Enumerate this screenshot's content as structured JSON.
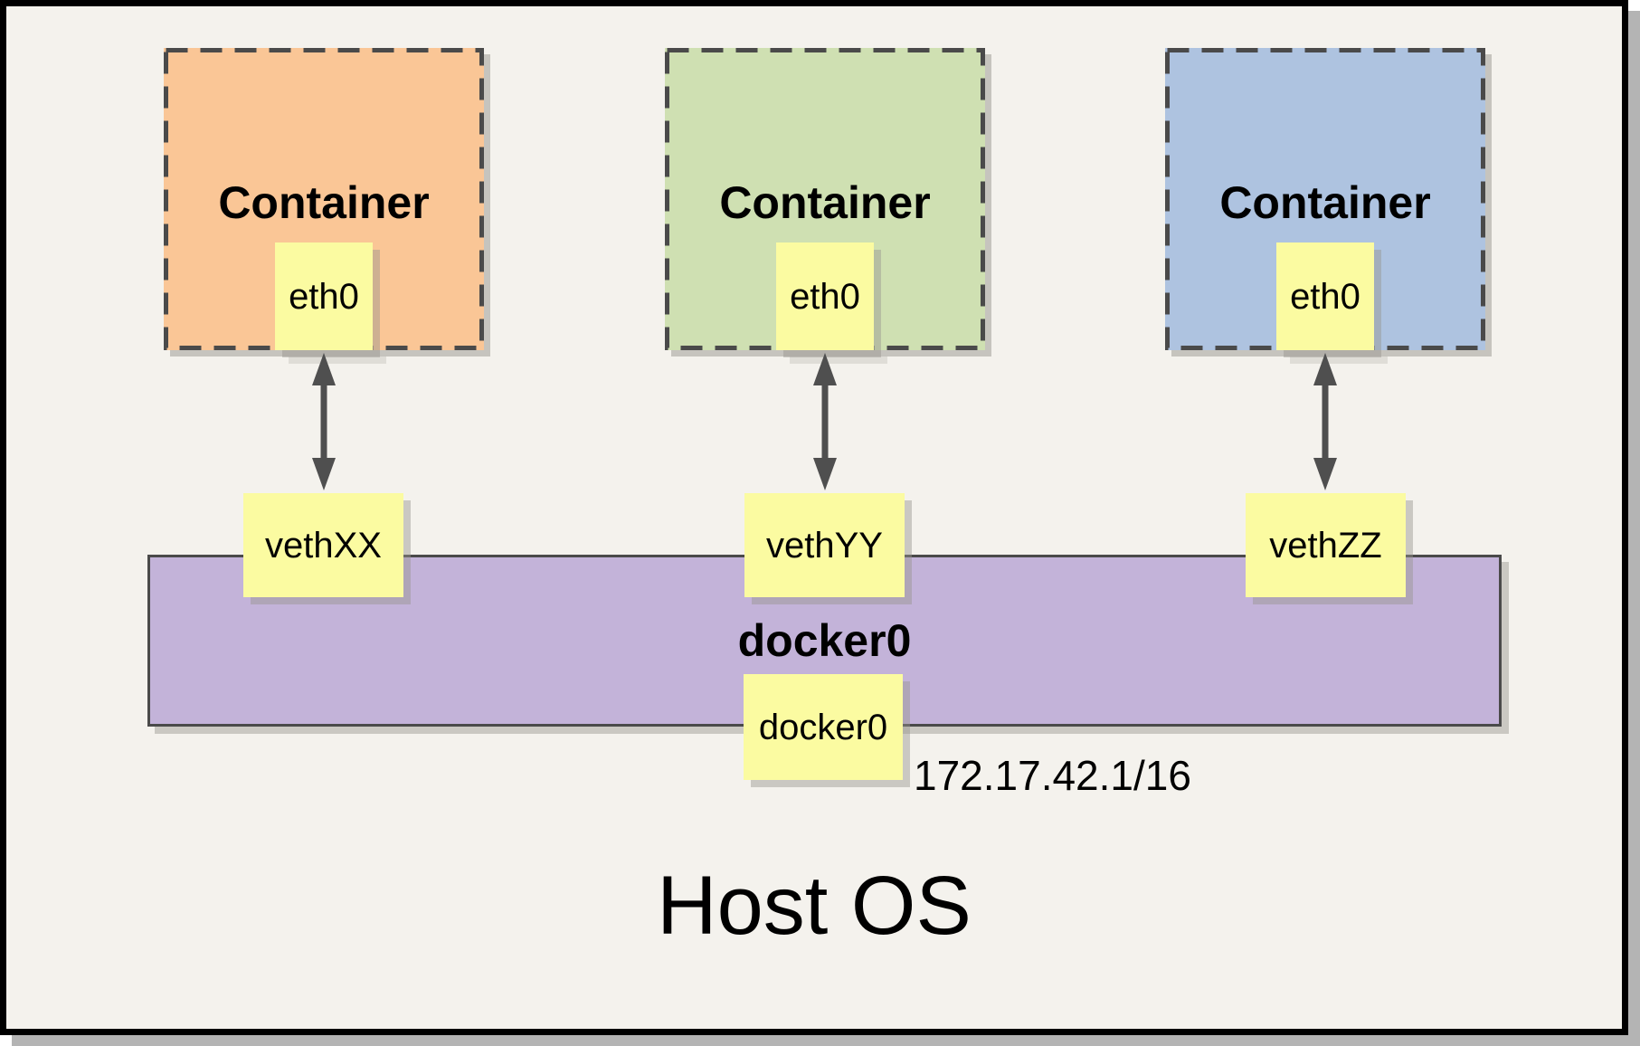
{
  "diagram": {
    "containers": [
      {
        "title": "Container",
        "eth_label": "eth0",
        "veth_label": "vethXX",
        "fill": "#FAC696"
      },
      {
        "title": "Container",
        "eth_label": "eth0",
        "veth_label": "vethYY",
        "fill": "#CFE0B2"
      },
      {
        "title": "Container",
        "eth_label": "eth0",
        "veth_label": "vethZZ",
        "fill": "#AEC3E0"
      }
    ],
    "bridge": {
      "title": "docker0",
      "interface_label": "docker0",
      "ip_address": "172.17.42.1/16",
      "fill": "#C3B3D9"
    },
    "host": {
      "title": "Host OS"
    },
    "colors": {
      "background": "#F4F2ED",
      "frame_border": "#000000",
      "interface_box_fill": "#FBFBA1",
      "dashed_border": "#4A4A4A",
      "arrow": "#4F4F4F",
      "shadow": "#B4B4B4"
    }
  }
}
